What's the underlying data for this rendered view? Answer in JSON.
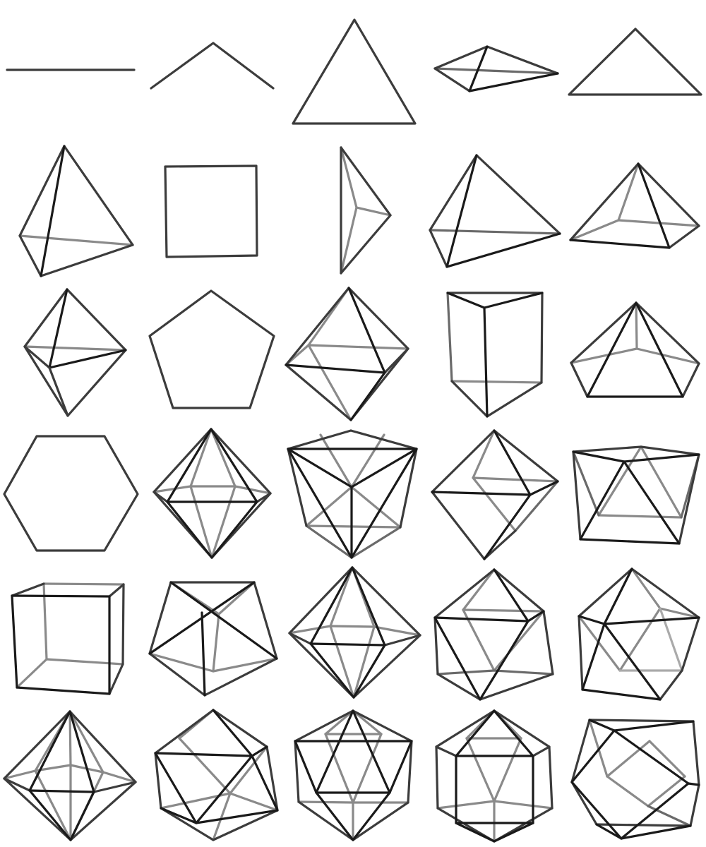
{
  "figure": {
    "rows": 6,
    "columns": 5,
    "background": "#ffffff",
    "edge_colors": {
      "front": "#1a1a1a",
      "middle": "#3c3c3c",
      "back": "#8a8a8a"
    }
  },
  "shapes": [
    {
      "id": "segment"
    },
    {
      "id": "bent-path"
    },
    {
      "id": "triangle"
    },
    {
      "id": "flat-tetrahedron"
    },
    {
      "id": "flat-triangle"
    },
    {
      "id": "tetrahedron"
    },
    {
      "id": "square"
    },
    {
      "id": "thin-tetrahedron"
    },
    {
      "id": "tilted-tetrahedron"
    },
    {
      "id": "square-pyramid"
    },
    {
      "id": "triangular-bipyramid"
    },
    {
      "id": "pentagon"
    },
    {
      "id": "octahedron"
    },
    {
      "id": "triangular-prism"
    },
    {
      "id": "pentagonal-pyramid"
    },
    {
      "id": "hexagon"
    },
    {
      "id": "pentagonal-bipyramid"
    },
    {
      "id": "triakis-polyhedron"
    },
    {
      "id": "deltahedron-a"
    },
    {
      "id": "gyroelongated-polyhedron"
    },
    {
      "id": "cube"
    },
    {
      "id": "snub-disphenoid"
    },
    {
      "id": "deltahedron-b"
    },
    {
      "id": "deltahedron-c"
    },
    {
      "id": "deltahedron-d"
    },
    {
      "id": "hexagonal-bipyramid"
    },
    {
      "id": "icosahedron-a"
    },
    {
      "id": "icosahedron-b"
    },
    {
      "id": "icosahedron-c"
    },
    {
      "id": "cuboctahedral-polyhedron"
    }
  ]
}
